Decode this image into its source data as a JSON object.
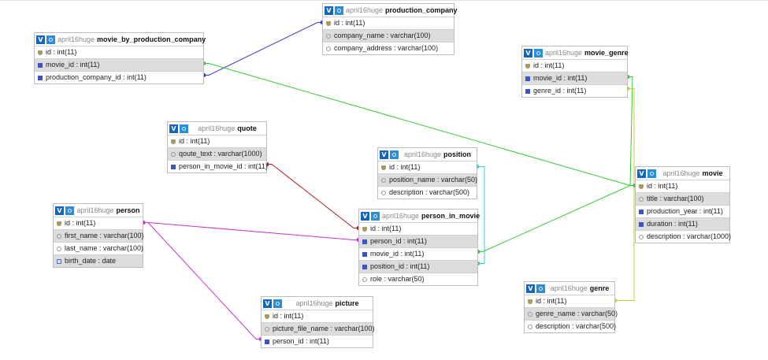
{
  "diagram": {
    "tables": [
      {
        "id": "production_company",
        "db": "april16huge",
        "name": "production_company",
        "columns": [
          {
            "text": "id : int(11)",
            "kind": "key"
          },
          {
            "text": "company_name : varchar(100)",
            "kind": "col"
          },
          {
            "text": "company_address : varchar(100)",
            "kind": "col"
          }
        ]
      },
      {
        "id": "movie_by_production_company",
        "db": "april16huge",
        "name": "movie_by_production_company",
        "columns": [
          {
            "text": "id : int(11)",
            "kind": "key"
          },
          {
            "text": "movie_id : int(11)",
            "kind": "fk"
          },
          {
            "text": "production_company_id : int(11)",
            "kind": "fk"
          }
        ]
      },
      {
        "id": "movie_genre",
        "db": "april16huge",
        "name": "movie_genre",
        "columns": [
          {
            "text": "id : int(11)",
            "kind": "key"
          },
          {
            "text": "movie_id : int(11)",
            "kind": "fk"
          },
          {
            "text": "genre_id : int(11)",
            "kind": "fk"
          }
        ]
      },
      {
        "id": "quote",
        "db": "april16huge",
        "name": "quote",
        "columns": [
          {
            "text": "id : int(11)",
            "kind": "key"
          },
          {
            "text": "qoute_text : varchar(1000)",
            "kind": "col"
          },
          {
            "text": "person_in_movie_id : int(11)",
            "kind": "fk"
          }
        ]
      },
      {
        "id": "position",
        "db": "april16huge",
        "name": "position",
        "columns": [
          {
            "text": "id : int(11)",
            "kind": "key"
          },
          {
            "text": "position_name : varchar(50)",
            "kind": "col"
          },
          {
            "text": "description : varchar(500)",
            "kind": "col"
          }
        ]
      },
      {
        "id": "movie",
        "db": "april16huge",
        "name": "movie",
        "columns": [
          {
            "text": "id : int(11)",
            "kind": "key"
          },
          {
            "text": "title : varchar(100)",
            "kind": "col"
          },
          {
            "text": "production_year : int(11)",
            "kind": "fk"
          },
          {
            "text": "duration : int(11)",
            "kind": "fk"
          },
          {
            "text": "description : varchar(1000)",
            "kind": "col"
          }
        ]
      },
      {
        "id": "person",
        "db": "april16huge",
        "name": "person",
        "columns": [
          {
            "text": "id : int(11)",
            "kind": "key"
          },
          {
            "text": "first_name : varchar(100)",
            "kind": "col"
          },
          {
            "text": "last_name : varchar(100)",
            "kind": "col"
          },
          {
            "text": "birth_date : date",
            "kind": "date"
          }
        ]
      },
      {
        "id": "person_in_movie",
        "db": "april16huge",
        "name": "person_in_movie",
        "columns": [
          {
            "text": "id : int(11)",
            "kind": "key"
          },
          {
            "text": "person_id : int(11)",
            "kind": "fk"
          },
          {
            "text": "movie_id : int(11)",
            "kind": "fk"
          },
          {
            "text": "position_id : int(11)",
            "kind": "fk"
          },
          {
            "text": "role : varchar(50)",
            "kind": "col"
          }
        ]
      },
      {
        "id": "genre",
        "db": "april16huge",
        "name": "genre",
        "columns": [
          {
            "text": "id : int(11)",
            "kind": "key"
          },
          {
            "text": "genre_name : varchar(50)",
            "kind": "col"
          },
          {
            "text": "description : varchar(500)",
            "kind": "col"
          }
        ]
      },
      {
        "id": "picture",
        "db": "april16huge",
        "name": "picture",
        "columns": [
          {
            "text": "id : int(11)",
            "kind": "key"
          },
          {
            "text": "picture_file_name : varchar(100)",
            "kind": "col"
          },
          {
            "text": "person_id : int(11)",
            "kind": "fk"
          }
        ]
      }
    ],
    "relations": [
      {
        "from": "movie_by_production_company.production_company_id",
        "to": "production_company.id",
        "color": "#3a3ad0"
      },
      {
        "from": "movie_by_production_company.movie_id",
        "to": "movie.id",
        "color": "#33cc33"
      },
      {
        "from": "movie_genre.movie_id",
        "to": "movie.id",
        "color": "#33cc33"
      },
      {
        "from": "movie_genre.genre_id",
        "to": "genre.id",
        "color": "#cccc33"
      },
      {
        "from": "quote.person_in_movie_id",
        "to": "person_in_movie.id",
        "color": "#aa2222"
      },
      {
        "from": "person_in_movie.person_id",
        "to": "person.id",
        "color": "#cc33cc"
      },
      {
        "from": "person_in_movie.movie_id",
        "to": "movie.id",
        "color": "#33cc33"
      },
      {
        "from": "person_in_movie.position_id",
        "to": "position.id",
        "color": "#33cccc"
      },
      {
        "from": "picture.person_id",
        "to": "person.id",
        "color": "#cc33cc"
      }
    ],
    "colors": {
      "header_button": "#1565c0",
      "gear_button": "#2a8fd6",
      "row_alt": "#dcdcdc",
      "border": "#bdbdbd"
    }
  }
}
